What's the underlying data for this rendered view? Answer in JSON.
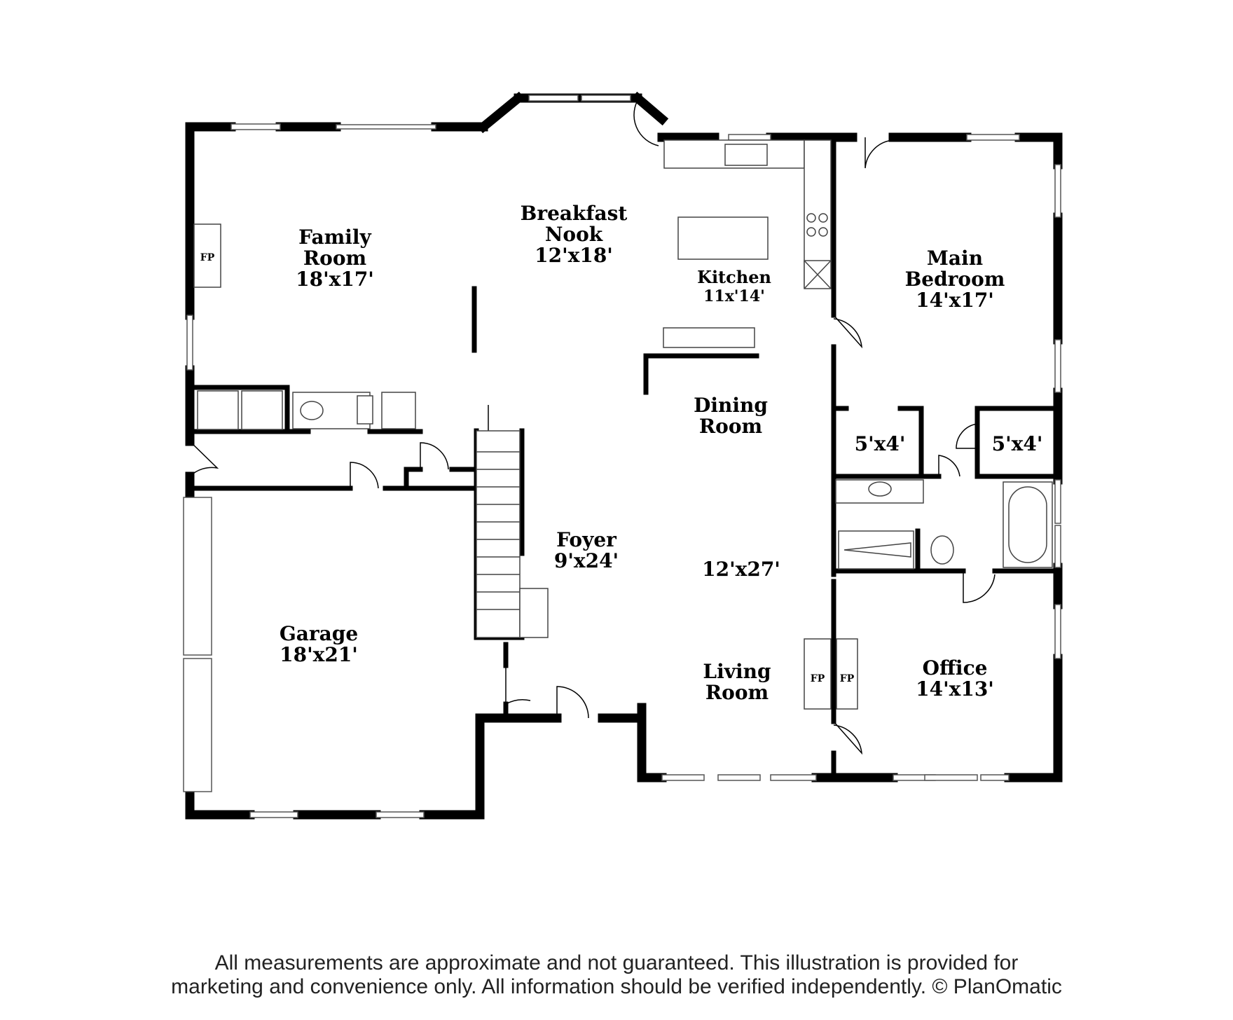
{
  "rooms": {
    "family_room": {
      "name_1": "Family",
      "name_2": "Room",
      "dim": "18'x17'"
    },
    "breakfast_nook": {
      "name_1": "Breakfast",
      "name_2": "Nook",
      "dim": "12'x18'"
    },
    "kitchen": {
      "name": "Kitchen",
      "dim": "11x'14'"
    },
    "main_bedroom": {
      "name_1": "Main",
      "name_2": "Bedroom",
      "dim": "14'x17'"
    },
    "dining_room": {
      "name_1": "Dining",
      "name_2": "Room"
    },
    "closet_left": {
      "dim": "5'x4'"
    },
    "closet_right": {
      "dim": "5'x4'"
    },
    "foyer": {
      "name": "Foyer",
      "dim": "9'x24'"
    },
    "living_dining": {
      "dim": "12'x27'"
    },
    "living_room": {
      "name_1": "Living",
      "name_2": "Room"
    },
    "garage": {
      "name": "Garage",
      "dim": "18'x21'"
    },
    "office": {
      "name": "Office",
      "dim": "14'x13'"
    }
  },
  "fireplaces": {
    "family": "FP",
    "living": "FP",
    "office": "FP"
  },
  "footer": {
    "line_1": "All measurements are approximate and not guaranteed. This illustration is provided for",
    "line_2": "marketing and convenience only. All information should be verified independently. © PlanOmatic"
  }
}
